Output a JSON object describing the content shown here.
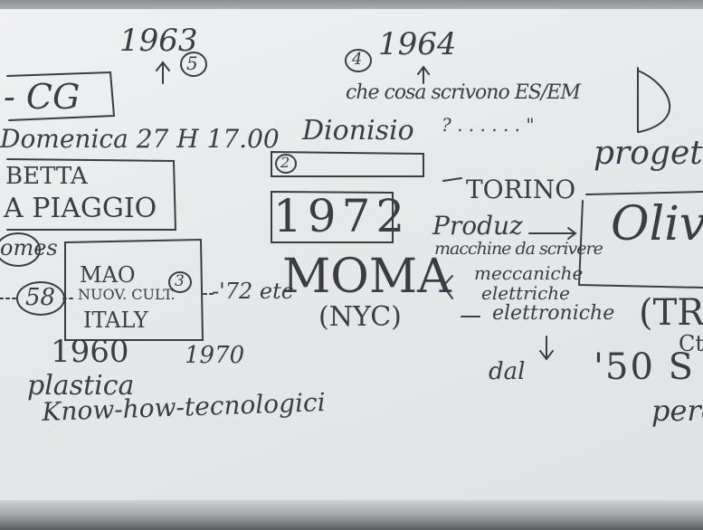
{
  "board": {
    "year_1963": "1963",
    "circled_5": "5",
    "year_1964": "1964",
    "circled_4": "4",
    "chi_scriveva": "che cosa scrivono ES/EM",
    "dots_top": "? . . . . . . \"",
    "letter_d": "D",
    "cg": "- CG",
    "domenica": "Domenica 27 H 17.00",
    "dionisio": "Dionisio",
    "circled_2": "2",
    "progetto": "progetto",
    "betta": "BETTA",
    "piaggio": "A PIAGGIO",
    "year_1972": "1972",
    "torino": "TORINO",
    "olive": "Olive",
    "produz": "Produz",
    "macchine": "macchine da scrivere",
    "omes": "omes",
    "num_58": "58",
    "mao": "MAO",
    "nuov_cult": "NUOV. CULT.",
    "italy": "ITALY",
    "circled_3": "3",
    "seventy_two": "-'72 etc",
    "moma": "MOMA",
    "nyc": "(NYC)",
    "meccaniche": "meccaniche",
    "elettriche": "elettriche",
    "elettroniche": "elettroniche",
    "tra": "(TRA",
    "ct": "Ct",
    "year_1960": "1960",
    "year_1970": "1970",
    "dal": "dal",
    "fifty_s": "'50 S",
    "perc": "perc",
    "plastica": "plastica",
    "know_how": "Know-how-tecnologici"
  }
}
